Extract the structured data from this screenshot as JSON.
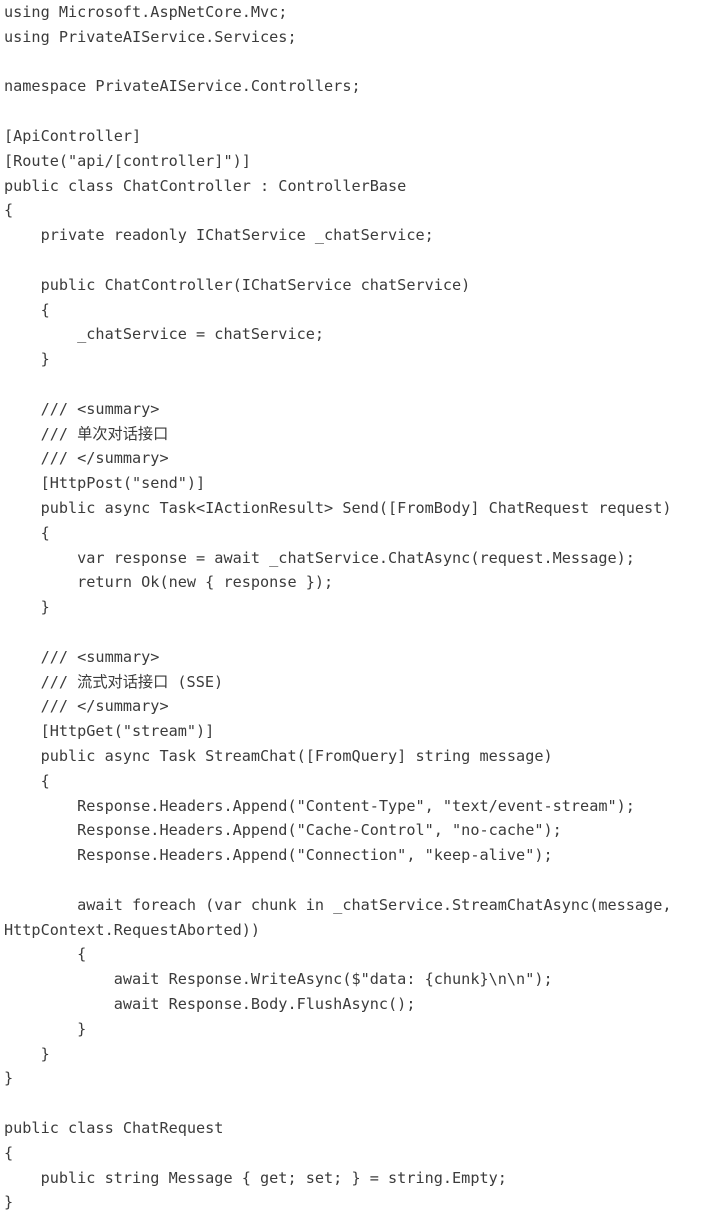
{
  "code": {
    "lines": [
      "using Microsoft.AspNetCore.Mvc;",
      "using PrivateAIService.Services;",
      "",
      "namespace PrivateAIService.Controllers;",
      "",
      "[ApiController]",
      "[Route(\"api/[controller]\")]",
      "public class ChatController : ControllerBase",
      "{",
      "    private readonly IChatService _chatService;",
      "",
      "    public ChatController(IChatService chatService)",
      "    {",
      "        _chatService = chatService;",
      "    }",
      "",
      "    /// <summary>",
      "    /// 单次对话接口",
      "    /// </summary>",
      "    [HttpPost(\"send\")]",
      "    public async Task<IActionResult> Send([FromBody] ChatRequest request)",
      "    {",
      "        var response = await _chatService.ChatAsync(request.Message);",
      "        return Ok(new { response });",
      "    }",
      "",
      "    /// <summary>",
      "    /// 流式对话接口 (SSE)",
      "    /// </summary>",
      "    [HttpGet(\"stream\")]",
      "    public async Task StreamChat([FromQuery] string message)",
      "    {",
      "        Response.Headers.Append(\"Content-Type\", \"text/event-stream\");",
      "        Response.Headers.Append(\"Cache-Control\", \"no-cache\");",
      "        Response.Headers.Append(\"Connection\", \"keep-alive\");",
      "",
      "        await foreach (var chunk in _chatService.StreamChatAsync(message,",
      "HttpContext.RequestAborted))",
      "        {",
      "            await Response.WriteAsync($\"data: {chunk}\\n\\n\");",
      "            await Response.Body.FlushAsync();",
      "        }",
      "    }",
      "}",
      "",
      "public class ChatRequest",
      "{",
      "    public string Message { get; set; } = string.Empty;",
      "}"
    ]
  }
}
